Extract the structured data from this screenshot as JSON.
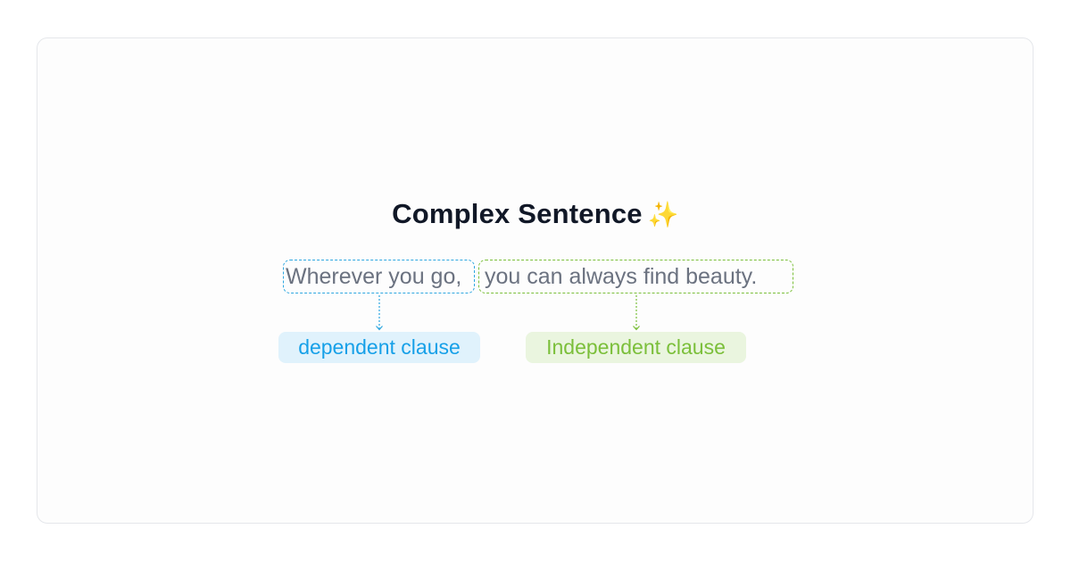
{
  "title": "Complex Sentence",
  "title_emoji": "✨",
  "sentence": {
    "dependent_text": "Wherever you go,",
    "independent_text": "you can always find beauty."
  },
  "labels": {
    "dependent": "dependent clause",
    "independent": "Independent clause"
  },
  "colors": {
    "dependent": "#16a0e8",
    "independent": "#7bbf3a",
    "sentence_text": "#6b7280",
    "title": "#111827"
  }
}
